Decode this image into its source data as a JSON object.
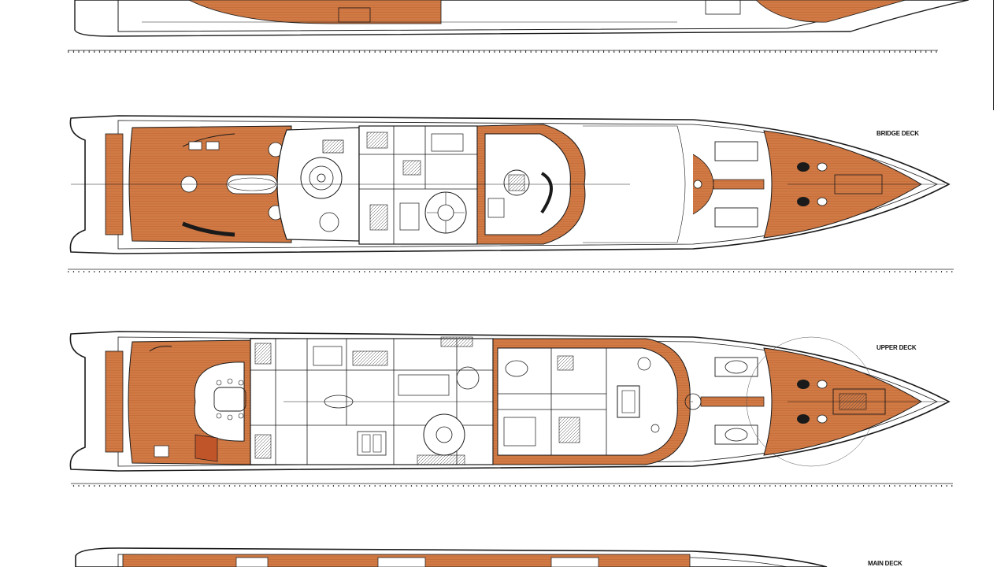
{
  "decks": [
    {
      "id": "sun",
      "label": ""
    },
    {
      "id": "bridge",
      "label": "BRIDGE DECK"
    },
    {
      "id": "upper",
      "label": "UPPER DECK"
    },
    {
      "id": "main",
      "label": "MAIN DECK"
    }
  ],
  "colors": {
    "teak": "#d17a45",
    "teak_grain": "#b8622f",
    "line": "#1a1a1a",
    "background": "#ffffff"
  }
}
